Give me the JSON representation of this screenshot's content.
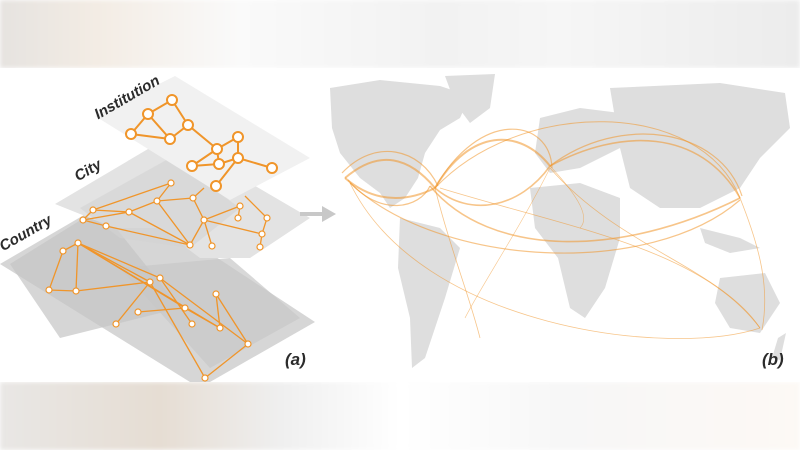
{
  "figure": {
    "panel_a": {
      "letter": "(a)",
      "layers": [
        {
          "label": "Institution"
        },
        {
          "label": "City"
        },
        {
          "label": "Country"
        }
      ]
    },
    "panel_b": {
      "letter": "(b)"
    },
    "arrow_icon": "right-arrow",
    "colors": {
      "network": "#f0952a",
      "layer_light": "#efefef",
      "layer_mid": "#d9d9d9",
      "land": "#dcdcdc",
      "label": "#2b2b2b"
    }
  }
}
